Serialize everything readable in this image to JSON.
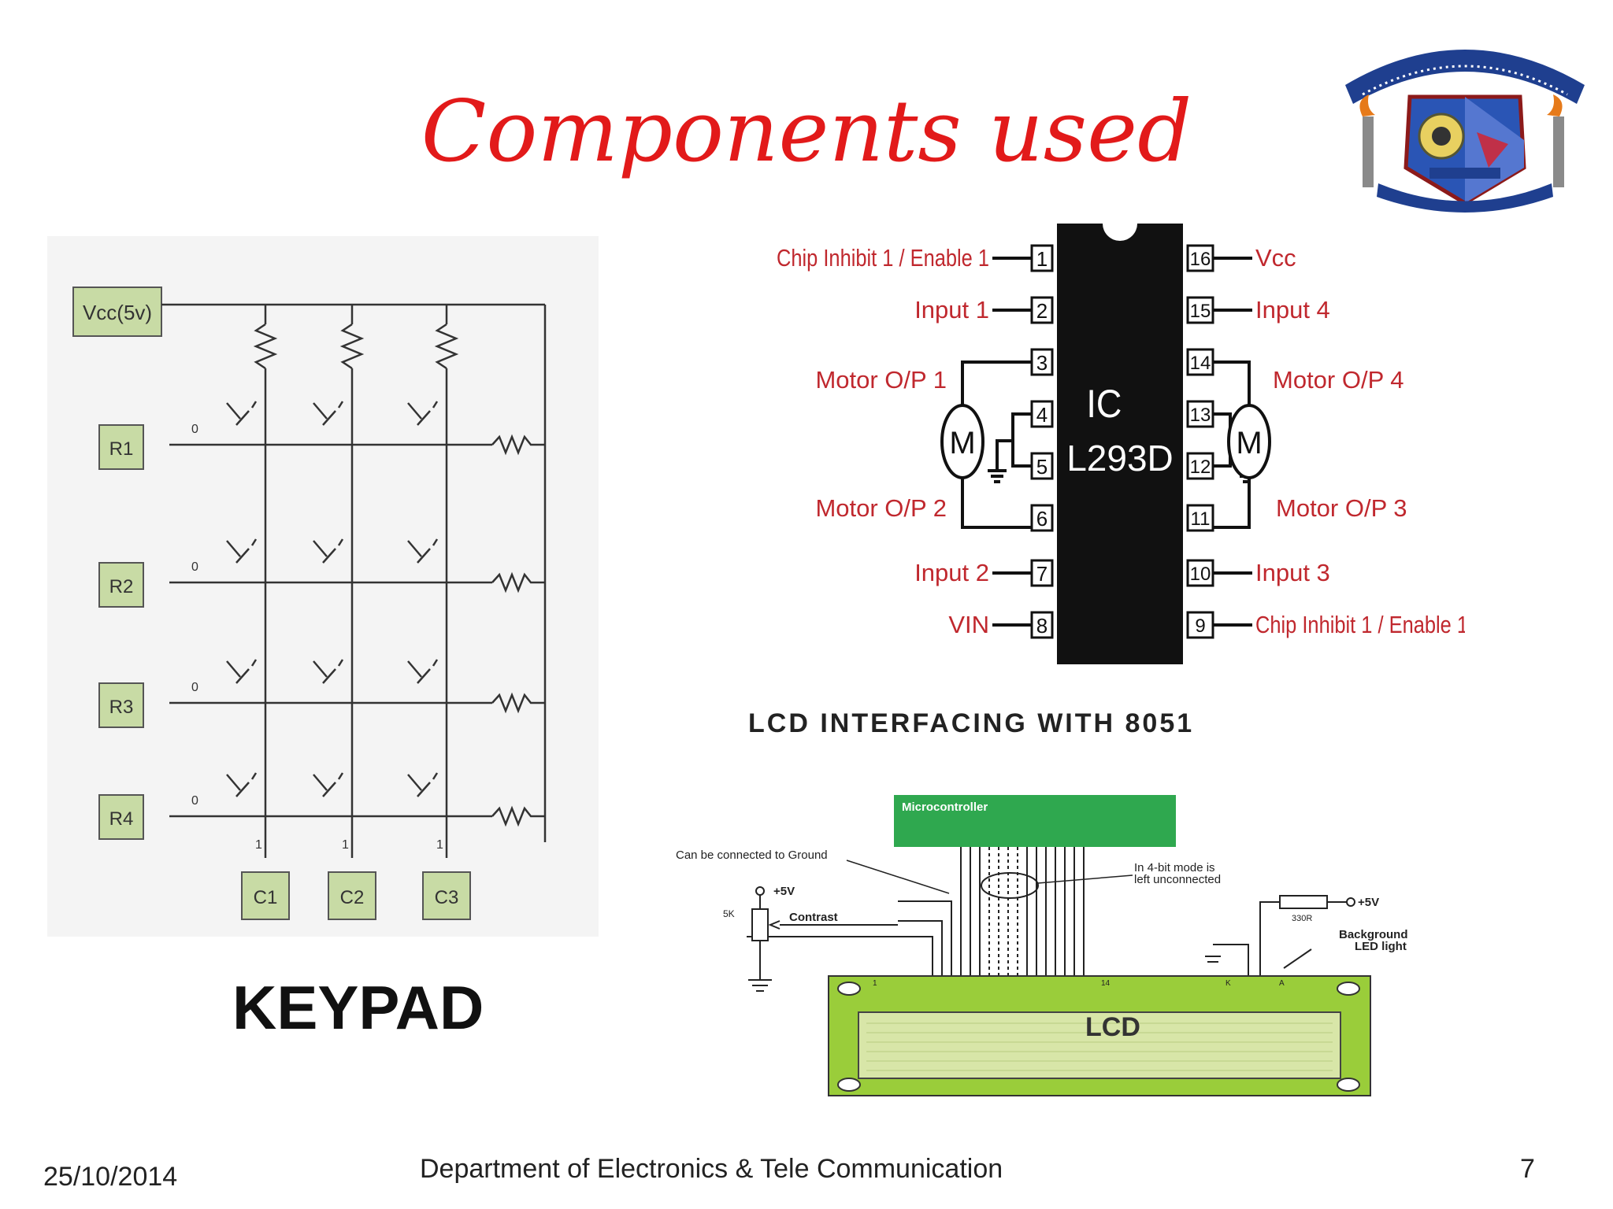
{
  "slide": {
    "title": "Components used",
    "keypad_caption": "KEYPAD",
    "footer": {
      "date": "25/10/2014",
      "department": "Department of Electronics & Tele Communication",
      "page_number": "7"
    }
  },
  "keypad": {
    "vcc": "Vcc(5v)",
    "rows": [
      "R1",
      "R2",
      "R3",
      "R4"
    ],
    "cols": [
      "C1",
      "C2",
      "C3"
    ],
    "row_level": "0",
    "col_level": "1"
  },
  "l293d": {
    "ic_line1": "IC",
    "ic_line2": "L293D",
    "motor_symbol": "M",
    "left_pins": [
      "1",
      "2",
      "3",
      "4",
      "5",
      "6",
      "7",
      "8"
    ],
    "right_pins": [
      "16",
      "15",
      "14",
      "13",
      "12",
      "11",
      "10",
      "9"
    ],
    "labels": {
      "pin1": "Chip Inhibit 1 / Enable 1",
      "pin2": "Input 1",
      "motor1a": "Motor O/P 1",
      "motor1b": "Motor O/P 2",
      "pin7": "Input 2",
      "pin8": "VIN",
      "pin16": "Vcc",
      "pin15": "Input 4",
      "motor2a": "Motor O/P 4",
      "motor2b": "Motor O/P 3",
      "pin10": "Input 3",
      "pin9": "Chip Inhibit 1 / Enable 1"
    }
  },
  "lcd": {
    "heading": "LCD INTERFACING WITH 8051",
    "microcontroller": "Microcontroller",
    "ground_note": "Can be connected to Ground",
    "four_bit_note_1": "In 4-bit mode is",
    "four_bit_note_2": "left unconnected",
    "plus5v_left": "+5V",
    "plus5v_right": "+5V",
    "pot_value": "5K",
    "contrast": "Contrast",
    "resistor": "330R",
    "backlight_1": "Background",
    "backlight_2": "LED light",
    "pin_first": "1",
    "pin_last": "14",
    "pin_k": "K",
    "pin_a": "A",
    "screen_text": "LCD"
  },
  "colors": {
    "title": "#e21a1a",
    "ic_label": "#c0282e",
    "keypad_box": "#c8dba5",
    "lcd_board": "#9acd3a",
    "microcontroller": "#2fa84f"
  }
}
